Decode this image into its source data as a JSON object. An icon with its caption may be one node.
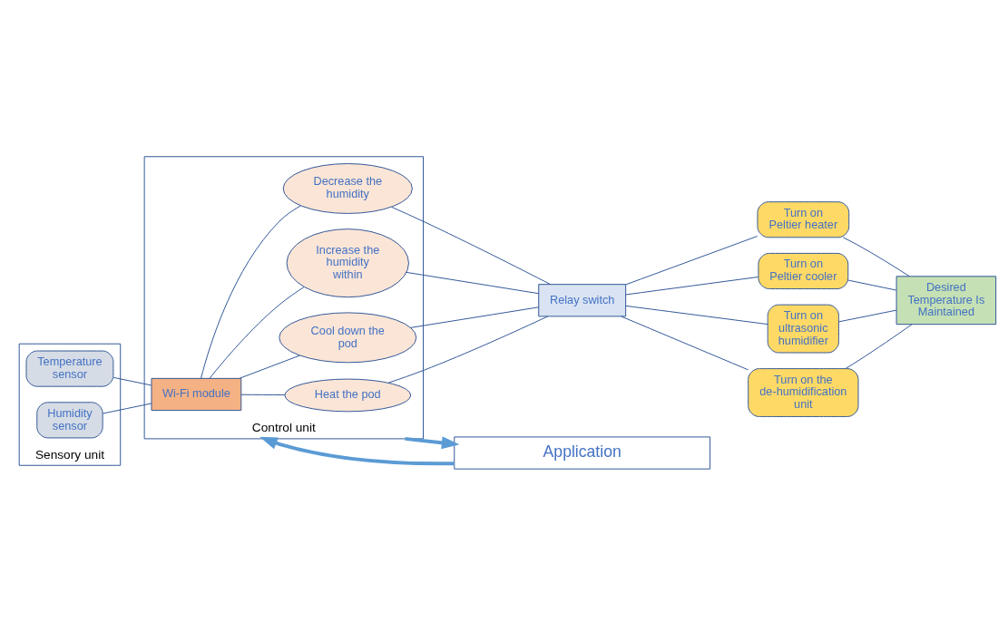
{
  "diagram": {
    "nodes": [
      {
        "text": [
          "Sensory unit"
        ]
      },
      {
        "text": [
          "Temperature sensor"
        ],
        "in": 0
      },
      {
        "text": [
          "Humidity sensor"
        ],
        "in": 0
      },
      {
        "text": [
          "Control unit"
        ]
      },
      {
        "text": [
          "Wi-Fi module"
        ],
        "in": 3
      },
      {
        "text": [
          "Heat the pod"
        ],
        "in": 3
      },
      {
        "text": [
          "Cool down the pod"
        ],
        "in": 3
      },
      {
        "text": [
          "Increase the humidity within"
        ],
        "in": 3
      },
      {
        "text": [
          "Decrease the humidity"
        ],
        "in": 3
      },
      {
        "text": [
          "Relay switch"
        ]
      },
      {
        "text": [
          "Turn on Peltier heater"
        ]
      },
      {
        "text": [
          "Turn on Peltier cooler"
        ]
      },
      {
        "text": [
          "Turn on ultrasonic humidifier"
        ]
      },
      {
        "text": [
          "Turn on the de-humidification unit"
        ]
      },
      {
        "text": [
          "Desired Temperature Is Maintained"
        ]
      },
      {
        "text": [
          "Application"
        ]
      }
    ],
    "edges": [
      {
        "from": 1,
        "to": 4,
        "arrow": "none"
      },
      {
        "from": 2,
        "to": 4,
        "arrow": "none"
      },
      {
        "from": 4,
        "to": 5,
        "arrow": "none"
      },
      {
        "from": 4,
        "to": 6,
        "arrow": "none"
      },
      {
        "from": 4,
        "to": 7,
        "arrow": "none"
      },
      {
        "from": 4,
        "to": 8,
        "arrow": "none"
      },
      {
        "from": 5,
        "to": 9,
        "arrow": "none"
      },
      {
        "from": 6,
        "to": 9,
        "arrow": "none"
      },
      {
        "from": 7,
        "to": 9,
        "arrow": "none"
      },
      {
        "from": 8,
        "to": 9,
        "arrow": "none"
      },
      {
        "from": 9,
        "to": 10,
        "arrow": "none"
      },
      {
        "from": 9,
        "to": 11,
        "arrow": "none"
      },
      {
        "from": 9,
        "to": 12,
        "arrow": "none"
      },
      {
        "from": 9,
        "to": 13,
        "arrow": "none"
      },
      {
        "from": 10,
        "to": 14,
        "arrow": "none"
      },
      {
        "from": 11,
        "to": 14,
        "arrow": "none"
      },
      {
        "from": 12,
        "to": 14,
        "arrow": "none"
      },
      {
        "from": 13,
        "to": 14,
        "arrow": "none"
      },
      {
        "from": 3,
        "to": 15,
        "arrow": "to",
        "style": "thick",
        "color": "#5b9bd5"
      },
      {
        "from": 15,
        "to": 3,
        "arrow": "to",
        "style": "thick",
        "color": "#5b9bd5"
      }
    ]
  }
}
